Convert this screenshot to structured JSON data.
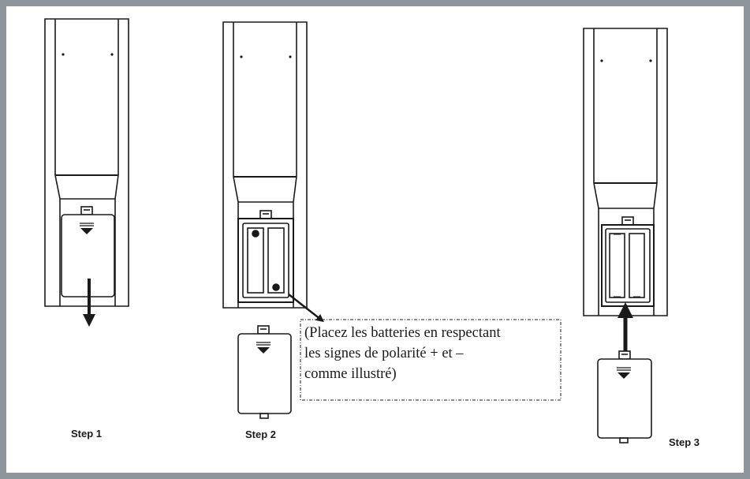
{
  "frame": {
    "border_color": "#8e959c"
  },
  "steps": [
    {
      "label": "Step 1"
    },
    {
      "label": "Step 2"
    },
    {
      "label": "Step 3"
    }
  ],
  "note": {
    "lines": [
      "(Placez les batteries en respectant",
      "les signes de polarité + et –",
      "comme illustré)"
    ]
  }
}
